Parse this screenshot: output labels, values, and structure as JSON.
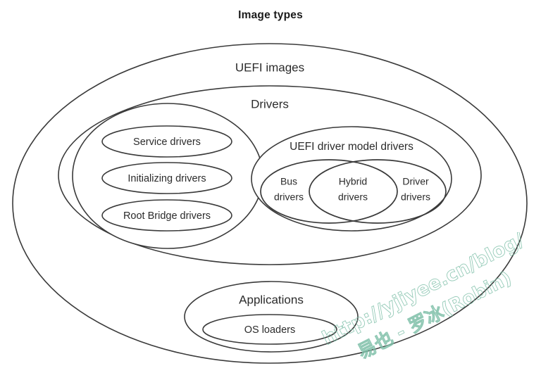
{
  "title": "Image types",
  "diagram": {
    "type": "nested-venn",
    "outer": {
      "label": "UEFI images"
    },
    "drivers": {
      "label": "Drivers"
    },
    "left_group": {
      "items": [
        {
          "label": "Service drivers"
        },
        {
          "label": "Initializing drivers"
        },
        {
          "label": "Root Bridge drivers"
        }
      ]
    },
    "driver_model": {
      "label": "UEFI driver model drivers",
      "venn": {
        "left": {
          "line1": "Bus",
          "line2": "drivers"
        },
        "center": {
          "line1": "Hybrid",
          "line2": "drivers"
        },
        "right": {
          "line1": "Driver",
          "line2": "drivers"
        }
      }
    },
    "applications": {
      "label": "Applications",
      "inner": {
        "label": "OS loaders"
      }
    }
  },
  "watermark": {
    "url": "http://yjiyee.cn/blog/",
    "author": "易也 - 罗冰(Robin)",
    "color": "#7dbfa8"
  }
}
